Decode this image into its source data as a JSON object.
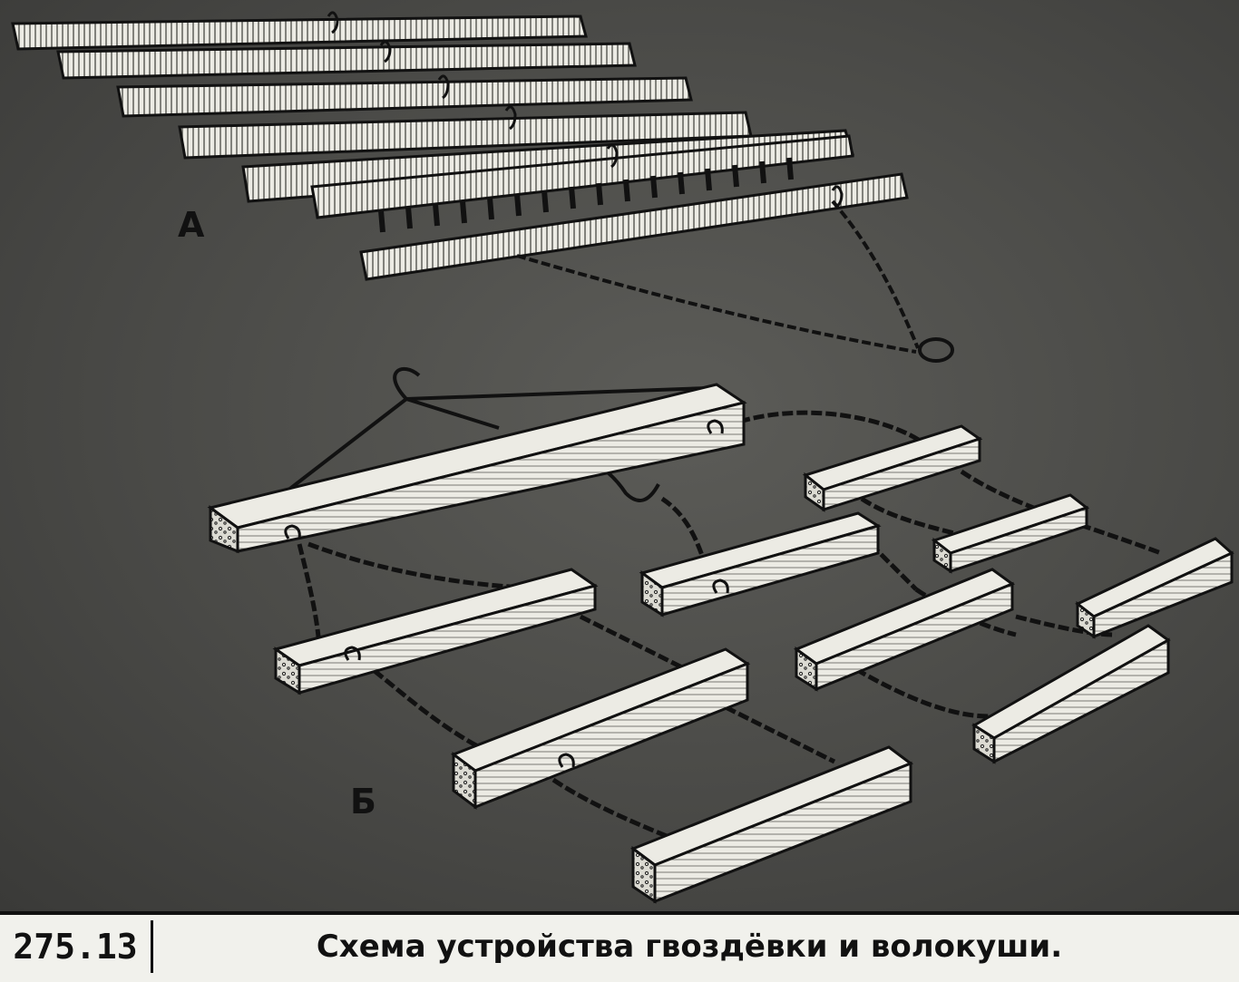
{
  "slide": {
    "number": "275.13",
    "caption": "Схема устройства гвоздёвки и волокуши."
  },
  "panels": {
    "a_label": "А",
    "b_label": "Б"
  },
  "colors": {
    "background": "#4d4d4a",
    "drawing_fill": "#ecebe4",
    "drawing_ink": "#111111",
    "caption_bar": "#f1f1ec"
  }
}
